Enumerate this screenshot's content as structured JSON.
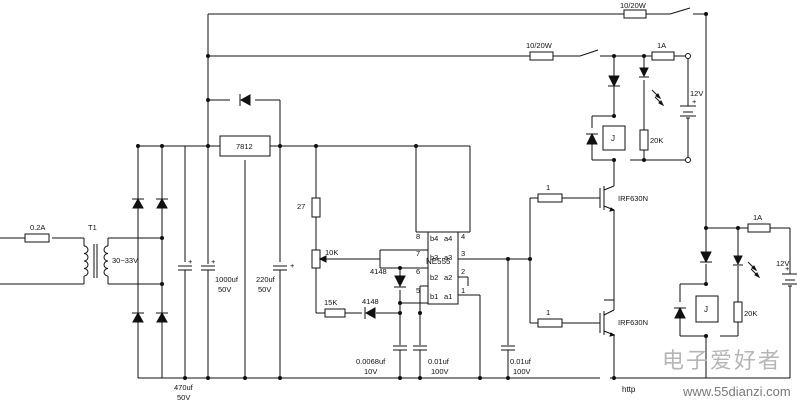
{
  "components": {
    "fuse_in": "0.2A",
    "transformer": "T1",
    "secondary": "30~33V",
    "c_470": "470uf",
    "c_470_v": "50V",
    "c_1000": "1000uf",
    "c_1000_v": "50V",
    "c_220": "220uf",
    "c_220_v": "50V",
    "regulator": "7812",
    "r27": "27",
    "pot": "10K",
    "r15k": "15K",
    "d4148a": "4148",
    "d4148b": "4148",
    "c_0068": "0.0068uf",
    "c_0068_v": "10V",
    "c_001a": "0.01uf",
    "c_001a_v": "100V",
    "c_001b": "0.01uf",
    "c_001b_v": "100V",
    "ic_name": "NE555",
    "r_top": "10/20W",
    "r_mid": "10/20W",
    "fuse_top": "1A",
    "fuse_low": "1A",
    "r1_top": "1",
    "r1_low": "1",
    "mos_top": "IRF630N",
    "mos_low": "IRF630N",
    "batt_top": "12V",
    "batt_low": "12V",
    "relay_top": "J",
    "relay_low": "J",
    "r20k_top": "20K",
    "r20k_low": "20K"
  },
  "ic_pins": {
    "p8": "8",
    "p7": "7",
    "p6": "6",
    "p5": "5",
    "p4": "4",
    "p3": "3",
    "p2": "2",
    "p1": "1",
    "b4": "b4",
    "a4": "a4",
    "b3": "b3",
    "a3": "a3",
    "b2": "b2",
    "a2": "a2",
    "b1": "b1",
    "a1": "a1"
  },
  "plus": "+",
  "watermark": {
    "cn": "电子爱好者",
    "url": "www.55dianzi.com",
    "logo": "http"
  }
}
